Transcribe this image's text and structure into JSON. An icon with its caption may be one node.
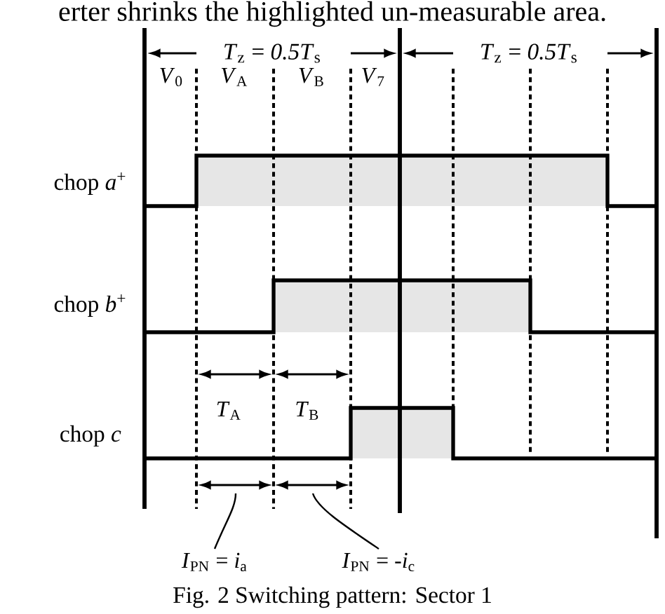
{
  "diagram": {
    "caption": "Fig. 2 Switching pattern: Sector 1",
    "nodes": [
      {
        "text": [
          "*I*$_{PN}$ = *i*$_{a}$"
        ]
      },
      {
        "text": [
          "*I*$_{PN}$ = -*i*$_{c}$"
        ]
      }
    ],
    "edges": [
      {
        "from": 0,
        "to": null,
        "arrow": "none"
      },
      {
        "from": 1,
        "to": null,
        "arrow": "none"
      }
    ],
    "labels": [
      "erter shrinks the highlighted un-measurable area.",
      "*T*$_{z}$ = *0.5T*$_{s}$",
      "*T*$_{z}$ = *0.5T*$_{s}$",
      "*V*$_{0}$",
      "*V*$_{A}$",
      "*V*$_{B}$",
      "*V*$_{7}$",
      "chop *a*$^{+}$",
      "chop *b*$^{+}$",
      "*T*$_{A}$",
      "*T*$_{B}$",
      "chop *c*"
    ]
  }
}
